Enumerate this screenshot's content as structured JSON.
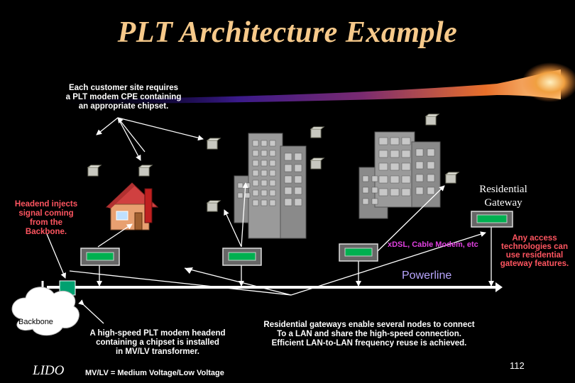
{
  "title": "PLT Architecture Example",
  "annotations": {
    "cpe_note": [
      "Each customer site requires",
      "a PLT modem CPE containing",
      "an appropriate chipset."
    ],
    "headend_note": [
      "Headend injects",
      "signal coming",
      "from the",
      "Backbone."
    ],
    "residential_gateway": [
      "Residential",
      "Gateway"
    ],
    "xdsl": "xDSL, Cable Modem, etc",
    "access_note": [
      "Any access",
      "technologies can",
      "use residential",
      "gateway features."
    ],
    "powerline": "Powerline",
    "backbone": "Backbone",
    "headend_modem_note": [
      "A high-speed PLT modem headend",
      "containing a chipset is installed",
      "in MV/LV transformer."
    ],
    "gateway_note": [
      "Residential gateways enable several nodes to connect",
      "To a LAN and share the high-speed connection.",
      "Efficient LAN-to-LAN frequency reuse is achieved."
    ],
    "logo": "LIDO",
    "mvlv": "MV/LV = Medium Voltage/Low Voltage",
    "page_number": "112"
  },
  "colors": {
    "title": "#f6c98a",
    "note_pink": "#ff5560",
    "powerline_text": "#b9a6ff",
    "xdsl_text": "#e040e0",
    "modem_green": "#00b050",
    "backbone_square": "#00a070"
  }
}
